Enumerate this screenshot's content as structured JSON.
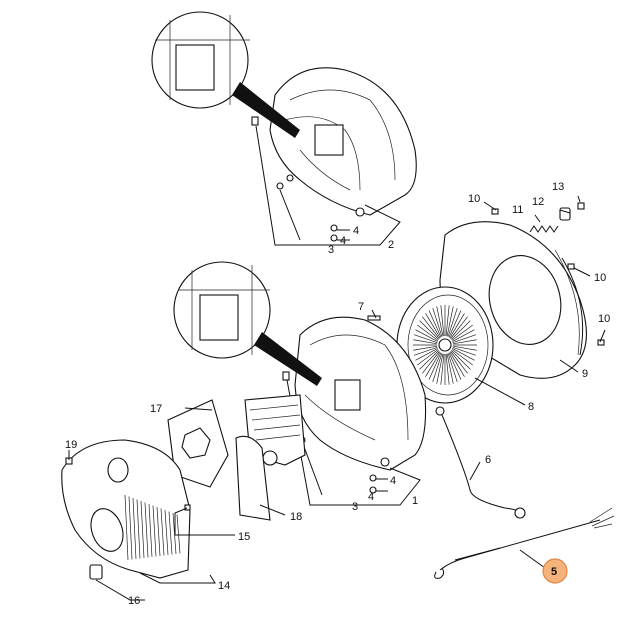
{
  "callouts": {
    "c1": "1",
    "c2": "2",
    "c3a": "3",
    "c3b": "3",
    "c4a": "4",
    "c4b": "4",
    "c4c": "4",
    "c4d": "4",
    "c5": "5",
    "c6": "6",
    "c7": "7",
    "c8": "8",
    "c9": "9",
    "c10a": "10",
    "c10b": "10",
    "c10c": "10",
    "c11": "11",
    "c12": "12",
    "c13": "13",
    "c14": "14",
    "c15": "15",
    "c16": "16",
    "c17": "17",
    "c18": "18",
    "c19": "19"
  },
  "highlight_color": "#f5b27a",
  "highlight_stroke": "#e0894a"
}
